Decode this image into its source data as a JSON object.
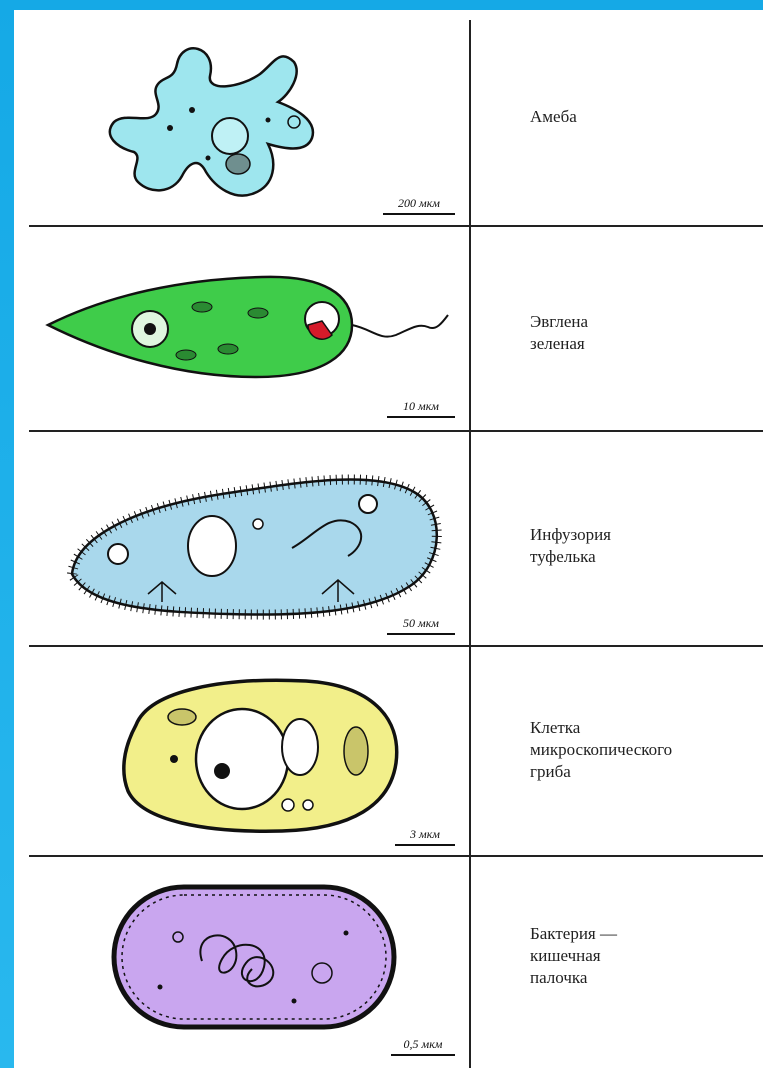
{
  "organisms": [
    {
      "label": "Амеба",
      "scale": "200 мкм",
      "fill": "#9ee6ee",
      "stroke": "#111"
    },
    {
      "label": "Эвглена\nзеленая",
      "scale": "10 мкм",
      "fill": "#3fcc4a",
      "stroke": "#111",
      "accent": "#d51a2a"
    },
    {
      "label": "Инфузория\nтуфелька",
      "scale": "50 мкм",
      "fill": "#a9d8ec",
      "stroke": "#111"
    },
    {
      "label": "Клетка\nмикроскопического\nгриба",
      "scale": "3 мкм",
      "fill": "#f2ef8a",
      "stroke": "#111"
    },
    {
      "label": "Бактерия —\nкишечная\nпалочка",
      "scale": "0,5 мкм",
      "fill": "#c9a6ef",
      "stroke": "#111"
    }
  ],
  "colors": {
    "page_background": "#1fb0e8",
    "sheet_background": "#ffffff",
    "lines": "#222222"
  }
}
